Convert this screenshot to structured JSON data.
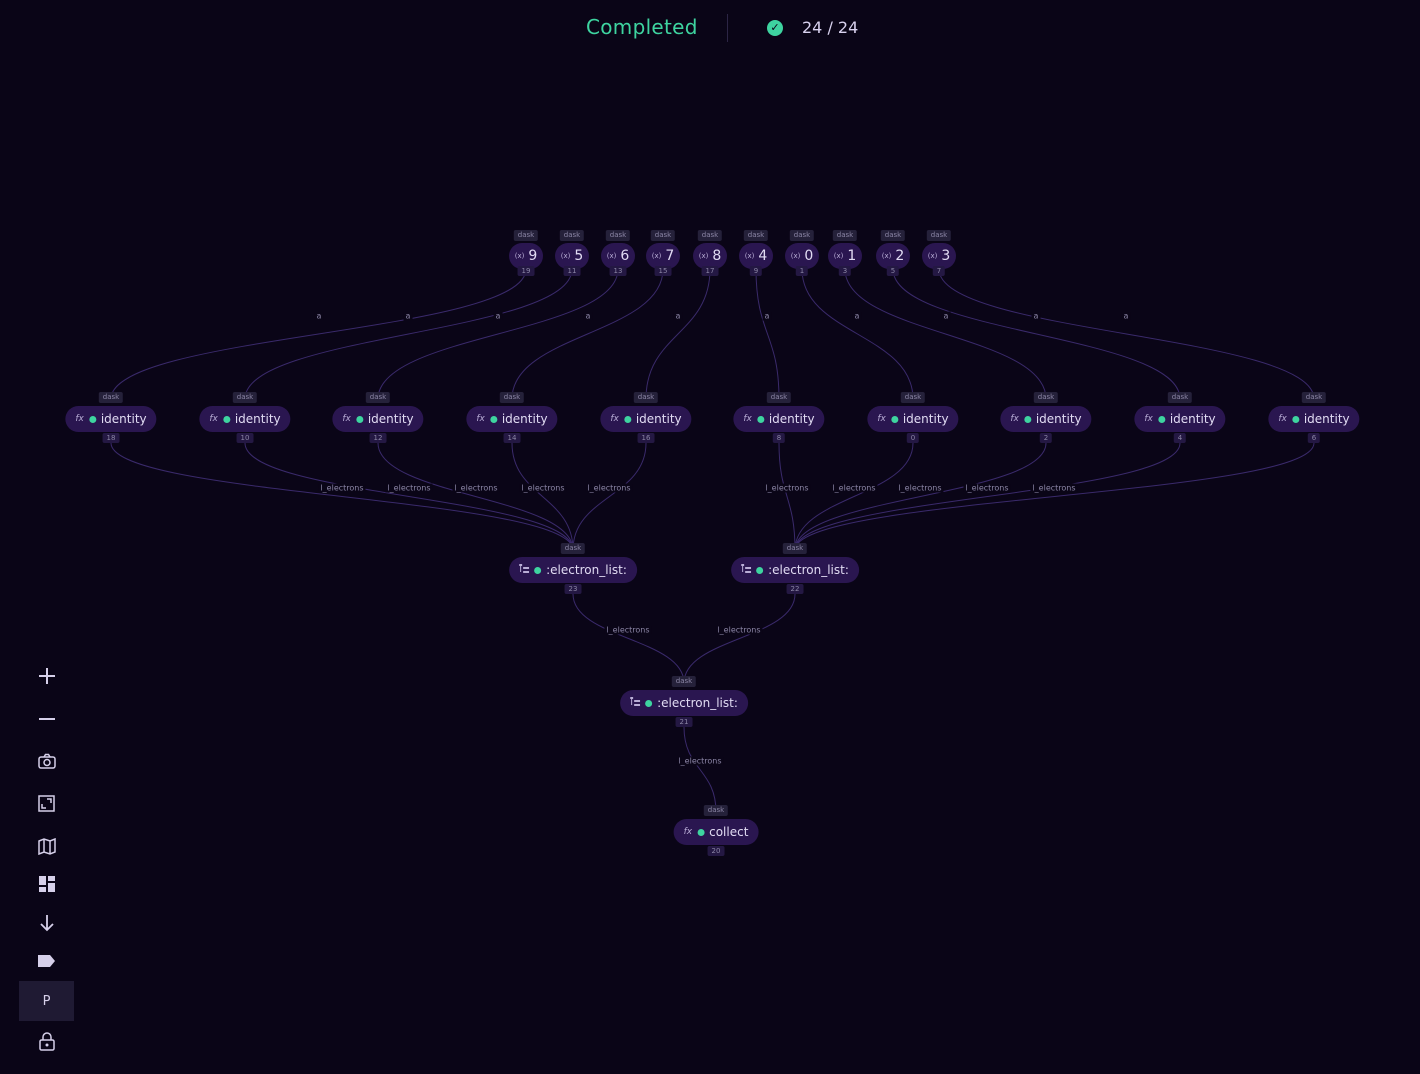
{
  "header": {
    "status": "Completed",
    "progress": "24 / 24",
    "status_color": "#3ed4a0"
  },
  "graph": {
    "params": [
      {
        "value": "9",
        "id": "19",
        "executor": "dask",
        "icon": "(x)"
      },
      {
        "value": "5",
        "id": "11",
        "executor": "dask",
        "icon": "(x)"
      },
      {
        "value": "6",
        "id": "13",
        "executor": "dask",
        "icon": "(x)"
      },
      {
        "value": "7",
        "id": "15",
        "executor": "dask",
        "icon": "(x)"
      },
      {
        "value": "8",
        "id": "17",
        "executor": "dask",
        "icon": "(x)"
      },
      {
        "value": "4",
        "id": "9",
        "executor": "dask",
        "icon": "(x)"
      },
      {
        "value": "0",
        "id": "1",
        "executor": "dask",
        "icon": "(x)"
      },
      {
        "value": "1",
        "id": "3",
        "executor": "dask",
        "icon": "(x)"
      },
      {
        "value": "2",
        "id": "5",
        "executor": "dask",
        "icon": "(x)"
      },
      {
        "value": "3",
        "id": "7",
        "executor": "dask",
        "icon": "(x)"
      }
    ],
    "functions": [
      {
        "label": "identity",
        "id": "18",
        "executor": "dask",
        "icon": "fx"
      },
      {
        "label": "identity",
        "id": "10",
        "executor": "dask",
        "icon": "fx"
      },
      {
        "label": "identity",
        "id": "12",
        "executor": "dask",
        "icon": "fx"
      },
      {
        "label": "identity",
        "id": "14",
        "executor": "dask",
        "icon": "fx"
      },
      {
        "label": "identity",
        "id": "16",
        "executor": "dask",
        "icon": "fx"
      },
      {
        "label": "identity",
        "id": "8",
        "executor": "dask",
        "icon": "fx"
      },
      {
        "label": "identity",
        "id": "0",
        "executor": "dask",
        "icon": "fx"
      },
      {
        "label": "identity",
        "id": "2",
        "executor": "dask",
        "icon": "fx"
      },
      {
        "label": "identity",
        "id": "4",
        "executor": "dask",
        "icon": "fx"
      },
      {
        "label": "identity",
        "id": "6",
        "executor": "dask",
        "icon": "fx"
      }
    ],
    "lists": [
      {
        "label": ":electron_list:",
        "id": "23",
        "executor": "dask",
        "icon": "list"
      },
      {
        "label": ":electron_list:",
        "id": "22",
        "executor": "dask",
        "icon": "list"
      },
      {
        "label": ":electron_list:",
        "id": "21",
        "executor": "dask",
        "icon": "list"
      }
    ],
    "collect": {
      "label": "collect",
      "id": "20",
      "executor": "dask",
      "icon": "fx"
    },
    "edge_labels": {
      "param_to_func": "a",
      "electrons": "l_electrons"
    }
  },
  "toolbar": {
    "items": [
      {
        "name": "zoom-in",
        "icon": "plus-icon"
      },
      {
        "name": "zoom-out",
        "icon": "minus-icon"
      },
      {
        "name": "screenshot",
        "icon": "camera-icon"
      },
      {
        "name": "fit-view",
        "icon": "fit-screen-icon"
      },
      {
        "name": "minimap",
        "icon": "map-icon"
      },
      {
        "name": "layout",
        "icon": "dashboard-icon"
      },
      {
        "name": "direction",
        "icon": "arrow-down-icon"
      },
      {
        "name": "labels",
        "icon": "label-icon"
      },
      {
        "name": "parameters",
        "icon": "p-icon",
        "text": "P",
        "active": true
      },
      {
        "name": "lock",
        "icon": "lock-icon"
      }
    ]
  }
}
